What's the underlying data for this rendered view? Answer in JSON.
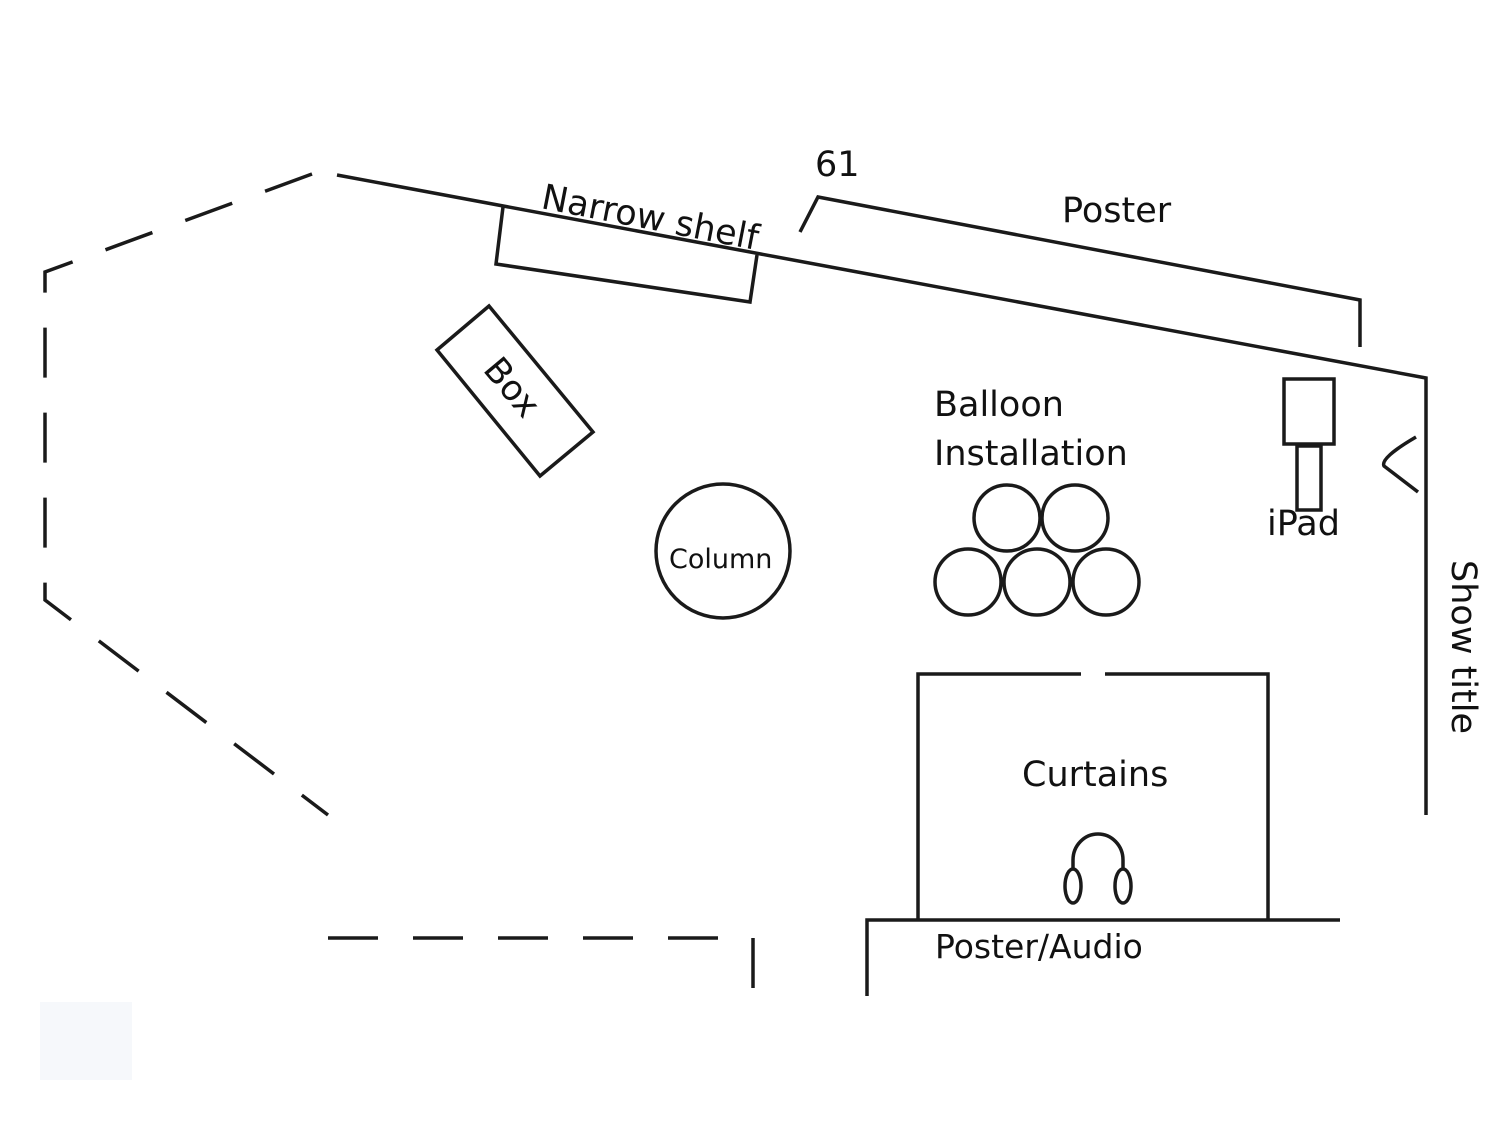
{
  "labels": {
    "number": "61",
    "narrow_shelf": "Narrow shelf",
    "poster": "Poster",
    "box": "Box",
    "balloon_line1": "Balloon",
    "balloon_line2": "Installation",
    "ipad": "iPad",
    "column": "Column",
    "show_title": "Show title",
    "curtains": "Curtains",
    "poster_audio": "Poster/Audio"
  },
  "icons": {
    "headphones": "headphones-icon"
  },
  "colors": {
    "line": "#1a1a1a",
    "background": "#ffffff"
  }
}
